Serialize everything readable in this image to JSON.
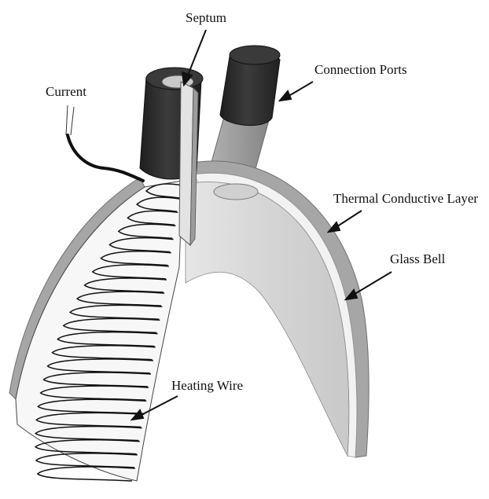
{
  "diagram": {
    "labels": {
      "septum": "Septum",
      "connection_ports": "Connection Ports",
      "current": "Current",
      "thermal_conductive_layer": "Thermal Conductive Layer",
      "glass_bell": "Glass Bell",
      "heating_wire": "Heating Wire"
    },
    "colors": {
      "glass_bell": "#a6a6a6",
      "thermal_layer": "#f2f2f2",
      "inner_surface": "#d9d9d9",
      "connection_port_cap": "#2e2e2e",
      "connection_port_tube": "#9c9c9c",
      "septum_body": "#2f2f2f",
      "heating_wire": "#111111",
      "cable": "#111111"
    }
  }
}
